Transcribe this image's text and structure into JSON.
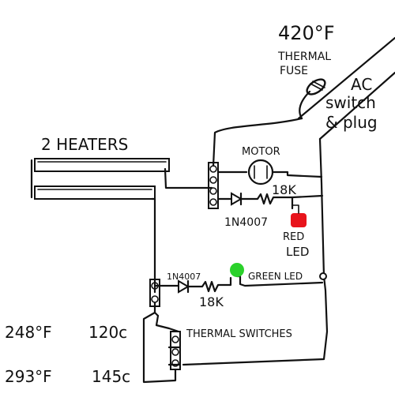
{
  "labels": {
    "fuse_temp": "420°F",
    "fuse_line1": "THERMAL",
    "fuse_line2": "FUSE",
    "ac_line1": "AC",
    "ac_line2": "switch",
    "ac_line3": "& plug",
    "heaters": "2 HEATERS",
    "motor": "MOTOR",
    "resistor_top": "18K",
    "diode_top": "1N4007",
    "red_led_line1": "RED",
    "red_led_line2": "LED",
    "diode_bottom": "1N4007",
    "green_led": "GREEN LED",
    "resistor_bottom": "18K",
    "thermal_switches": "THERMAL SWITCHES",
    "temp1_f": "248°F",
    "temp1_c": "120c",
    "temp2_f": "293°F",
    "temp2_c": "145c"
  },
  "colors": {
    "ink": "#111111",
    "red_led": "#e8141c",
    "green_led": "#2bd12b",
    "background": "#ffffff"
  }
}
